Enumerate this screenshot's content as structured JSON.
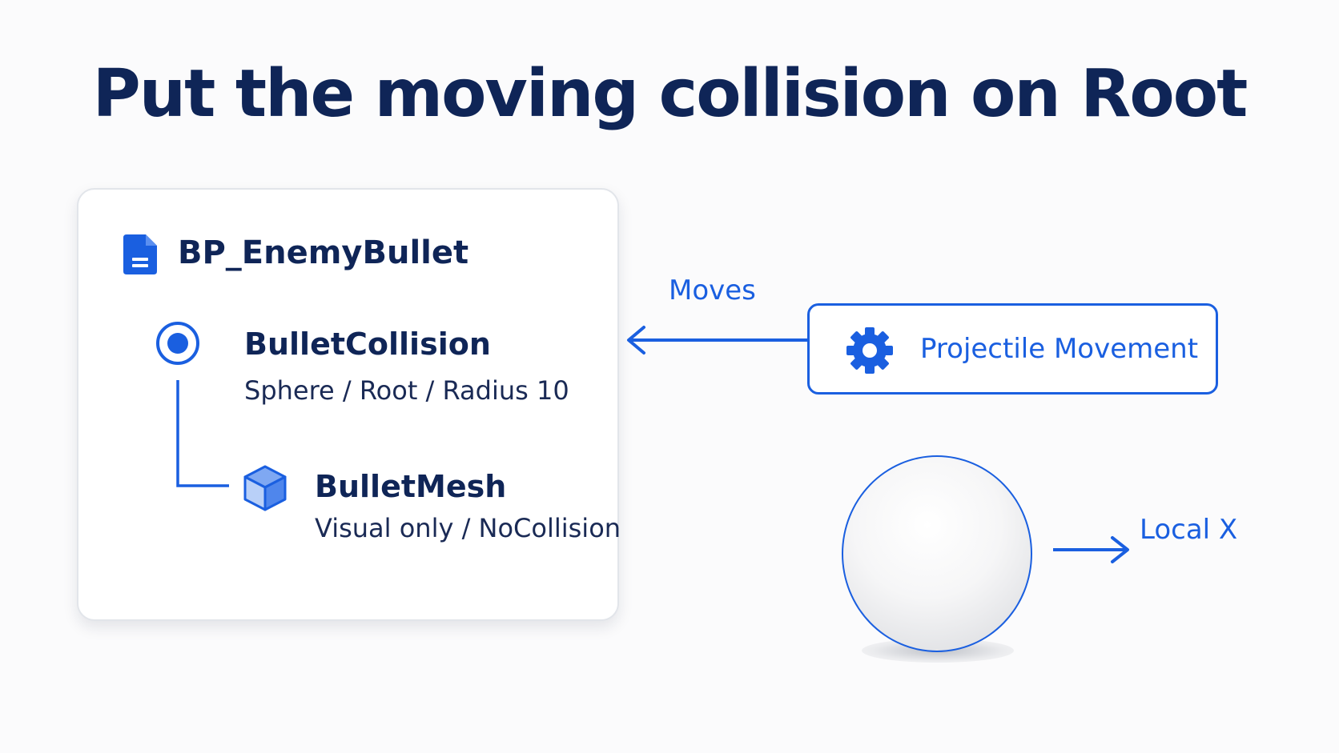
{
  "title": "Put the moving collision on Root",
  "blueprint": {
    "name": "BP_EnemyBullet",
    "icon": "document-icon"
  },
  "components": [
    {
      "name": "BulletCollision",
      "description": "Sphere / Root / Radius 10",
      "icon": "radio-target-icon"
    },
    {
      "name": "BulletMesh",
      "description": "Visual only / NoCollision",
      "icon": "cube-icon"
    }
  ],
  "movement": {
    "label": "Projectile Movement",
    "icon": "gear-icon",
    "arrow_label": "Moves"
  },
  "sphere": {
    "axis_label": "Local X"
  },
  "colors": {
    "accent": "#1a5fe0",
    "title": "#0f2557",
    "card_border": "#e2e5ea"
  }
}
